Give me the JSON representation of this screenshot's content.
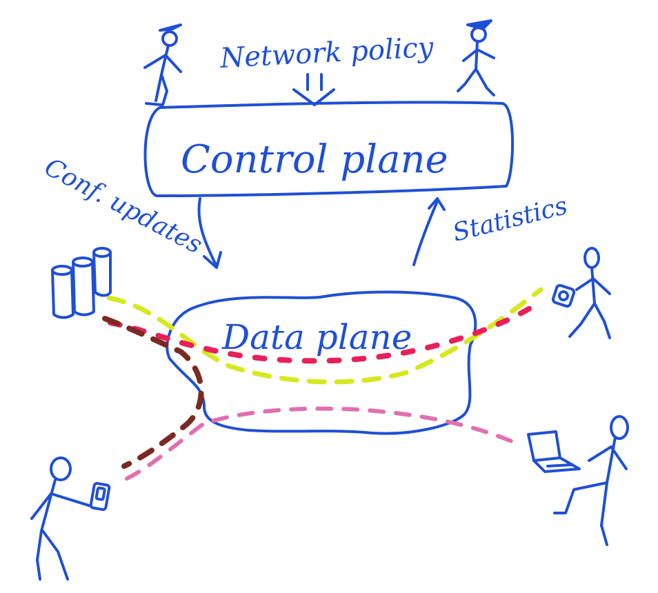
{
  "labels": {
    "network_policy": "Network policy",
    "control_plane": "Control plane",
    "conf_updates": "Conf. updates",
    "statistics": "Statistics",
    "data_plane": "Data plane"
  },
  "colors": {
    "ink_blue": "#1f4fd6",
    "flow_yellow": "#d6e81e",
    "flow_red": "#e8205a",
    "flow_brown": "#7a2a22",
    "flow_pink": "#e070b0"
  },
  "icons": [
    "policy-maker-figure-left",
    "policy-maker-figure-right",
    "server-storage-icon",
    "walking-user-phone-icon",
    "user-with-phone-icon",
    "user-with-laptop-icon"
  ]
}
